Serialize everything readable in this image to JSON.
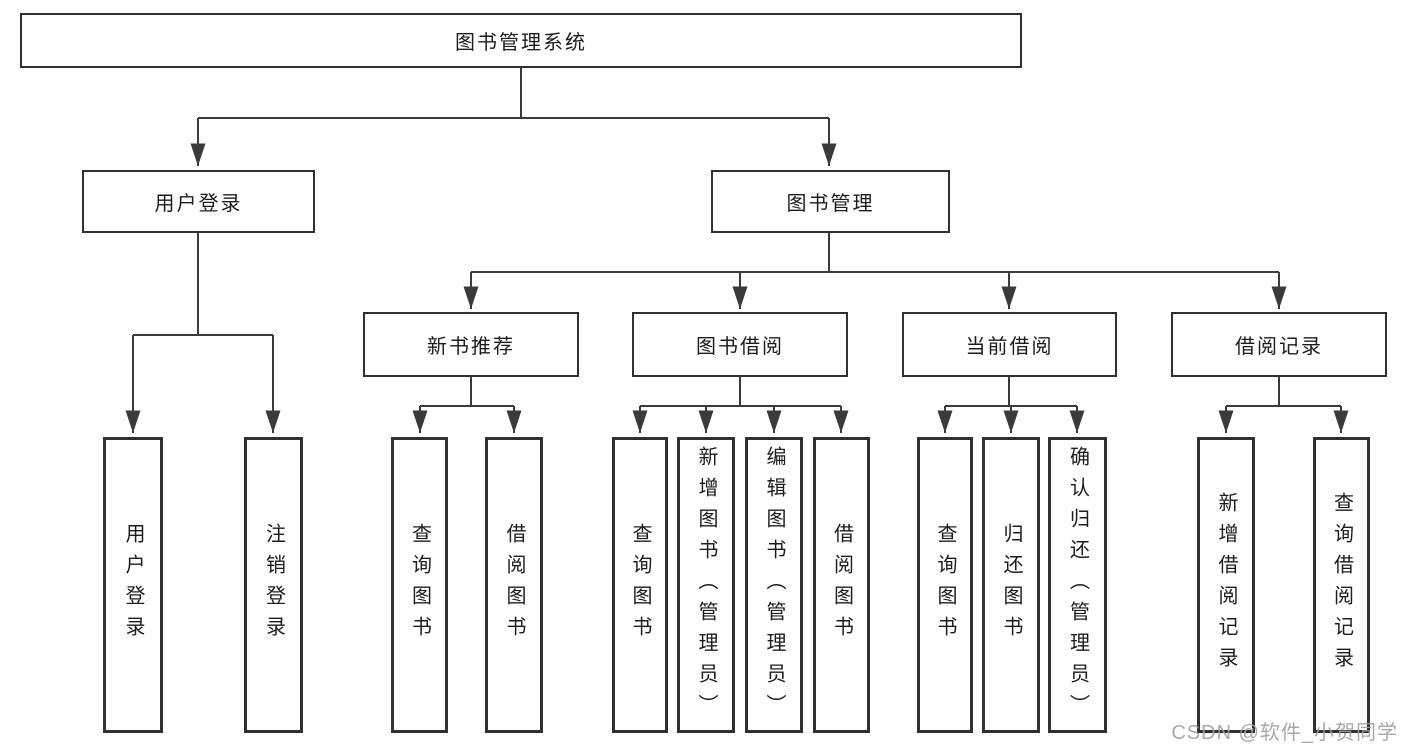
{
  "diagram": {
    "type": "hierarchy-tree",
    "title": "图书管理系统",
    "watermark": "CSDN @软件_小贺同学",
    "colors": {
      "background": "#ffffff",
      "line": "#3a3a3a",
      "box_border": "#2f2f2f",
      "text": "#1c1c1c",
      "watermark": "#9e9e9e"
    }
  },
  "nodes": {
    "root": "图书管理系统",
    "user_login": "用户登录",
    "book_mgmt": "图书管理",
    "new_book_rec": "新书推荐",
    "book_borrow": "图书借阅",
    "current_borrow": "当前借阅",
    "borrow_records": "借阅记录",
    "leaf_user_login": "用户登录",
    "leaf_logout": "注销登录",
    "leaf_query_books_1": "查询图书",
    "leaf_borrow_books_1": "借阅图书",
    "leaf_query_books_2": "查询图书",
    "leaf_add_books_admin": "新增图书（管理员）",
    "leaf_edit_books_admin": "编辑图书（管理员）",
    "leaf_borrow_books_2": "借阅图书",
    "leaf_query_books_3": "查询图书",
    "leaf_return_books": "归还图书",
    "leaf_confirm_return_admin": "确认归还（管理员）",
    "leaf_add_borrow_record": "新增借阅记录",
    "leaf_query_borrow_record": "查询借阅记录"
  },
  "tree": {
    "label": "图书管理系统",
    "children": [
      {
        "label": "用户登录",
        "children": [
          {
            "label": "用户登录"
          },
          {
            "label": "注销登录"
          }
        ]
      },
      {
        "label": "图书管理",
        "children": [
          {
            "label": "新书推荐",
            "children": [
              {
                "label": "查询图书"
              },
              {
                "label": "借阅图书"
              }
            ]
          },
          {
            "label": "图书借阅",
            "children": [
              {
                "label": "查询图书"
              },
              {
                "label": "新增图书（管理员）"
              },
              {
                "label": "编辑图书（管理员）"
              },
              {
                "label": "借阅图书"
              }
            ]
          },
          {
            "label": "当前借阅",
            "children": [
              {
                "label": "查询图书"
              },
              {
                "label": "归还图书"
              },
              {
                "label": "确认归还（管理员）"
              }
            ]
          },
          {
            "label": "借阅记录",
            "children": [
              {
                "label": "新增借阅记录"
              },
              {
                "label": "查询借阅记录"
              }
            ]
          }
        ]
      }
    ]
  }
}
